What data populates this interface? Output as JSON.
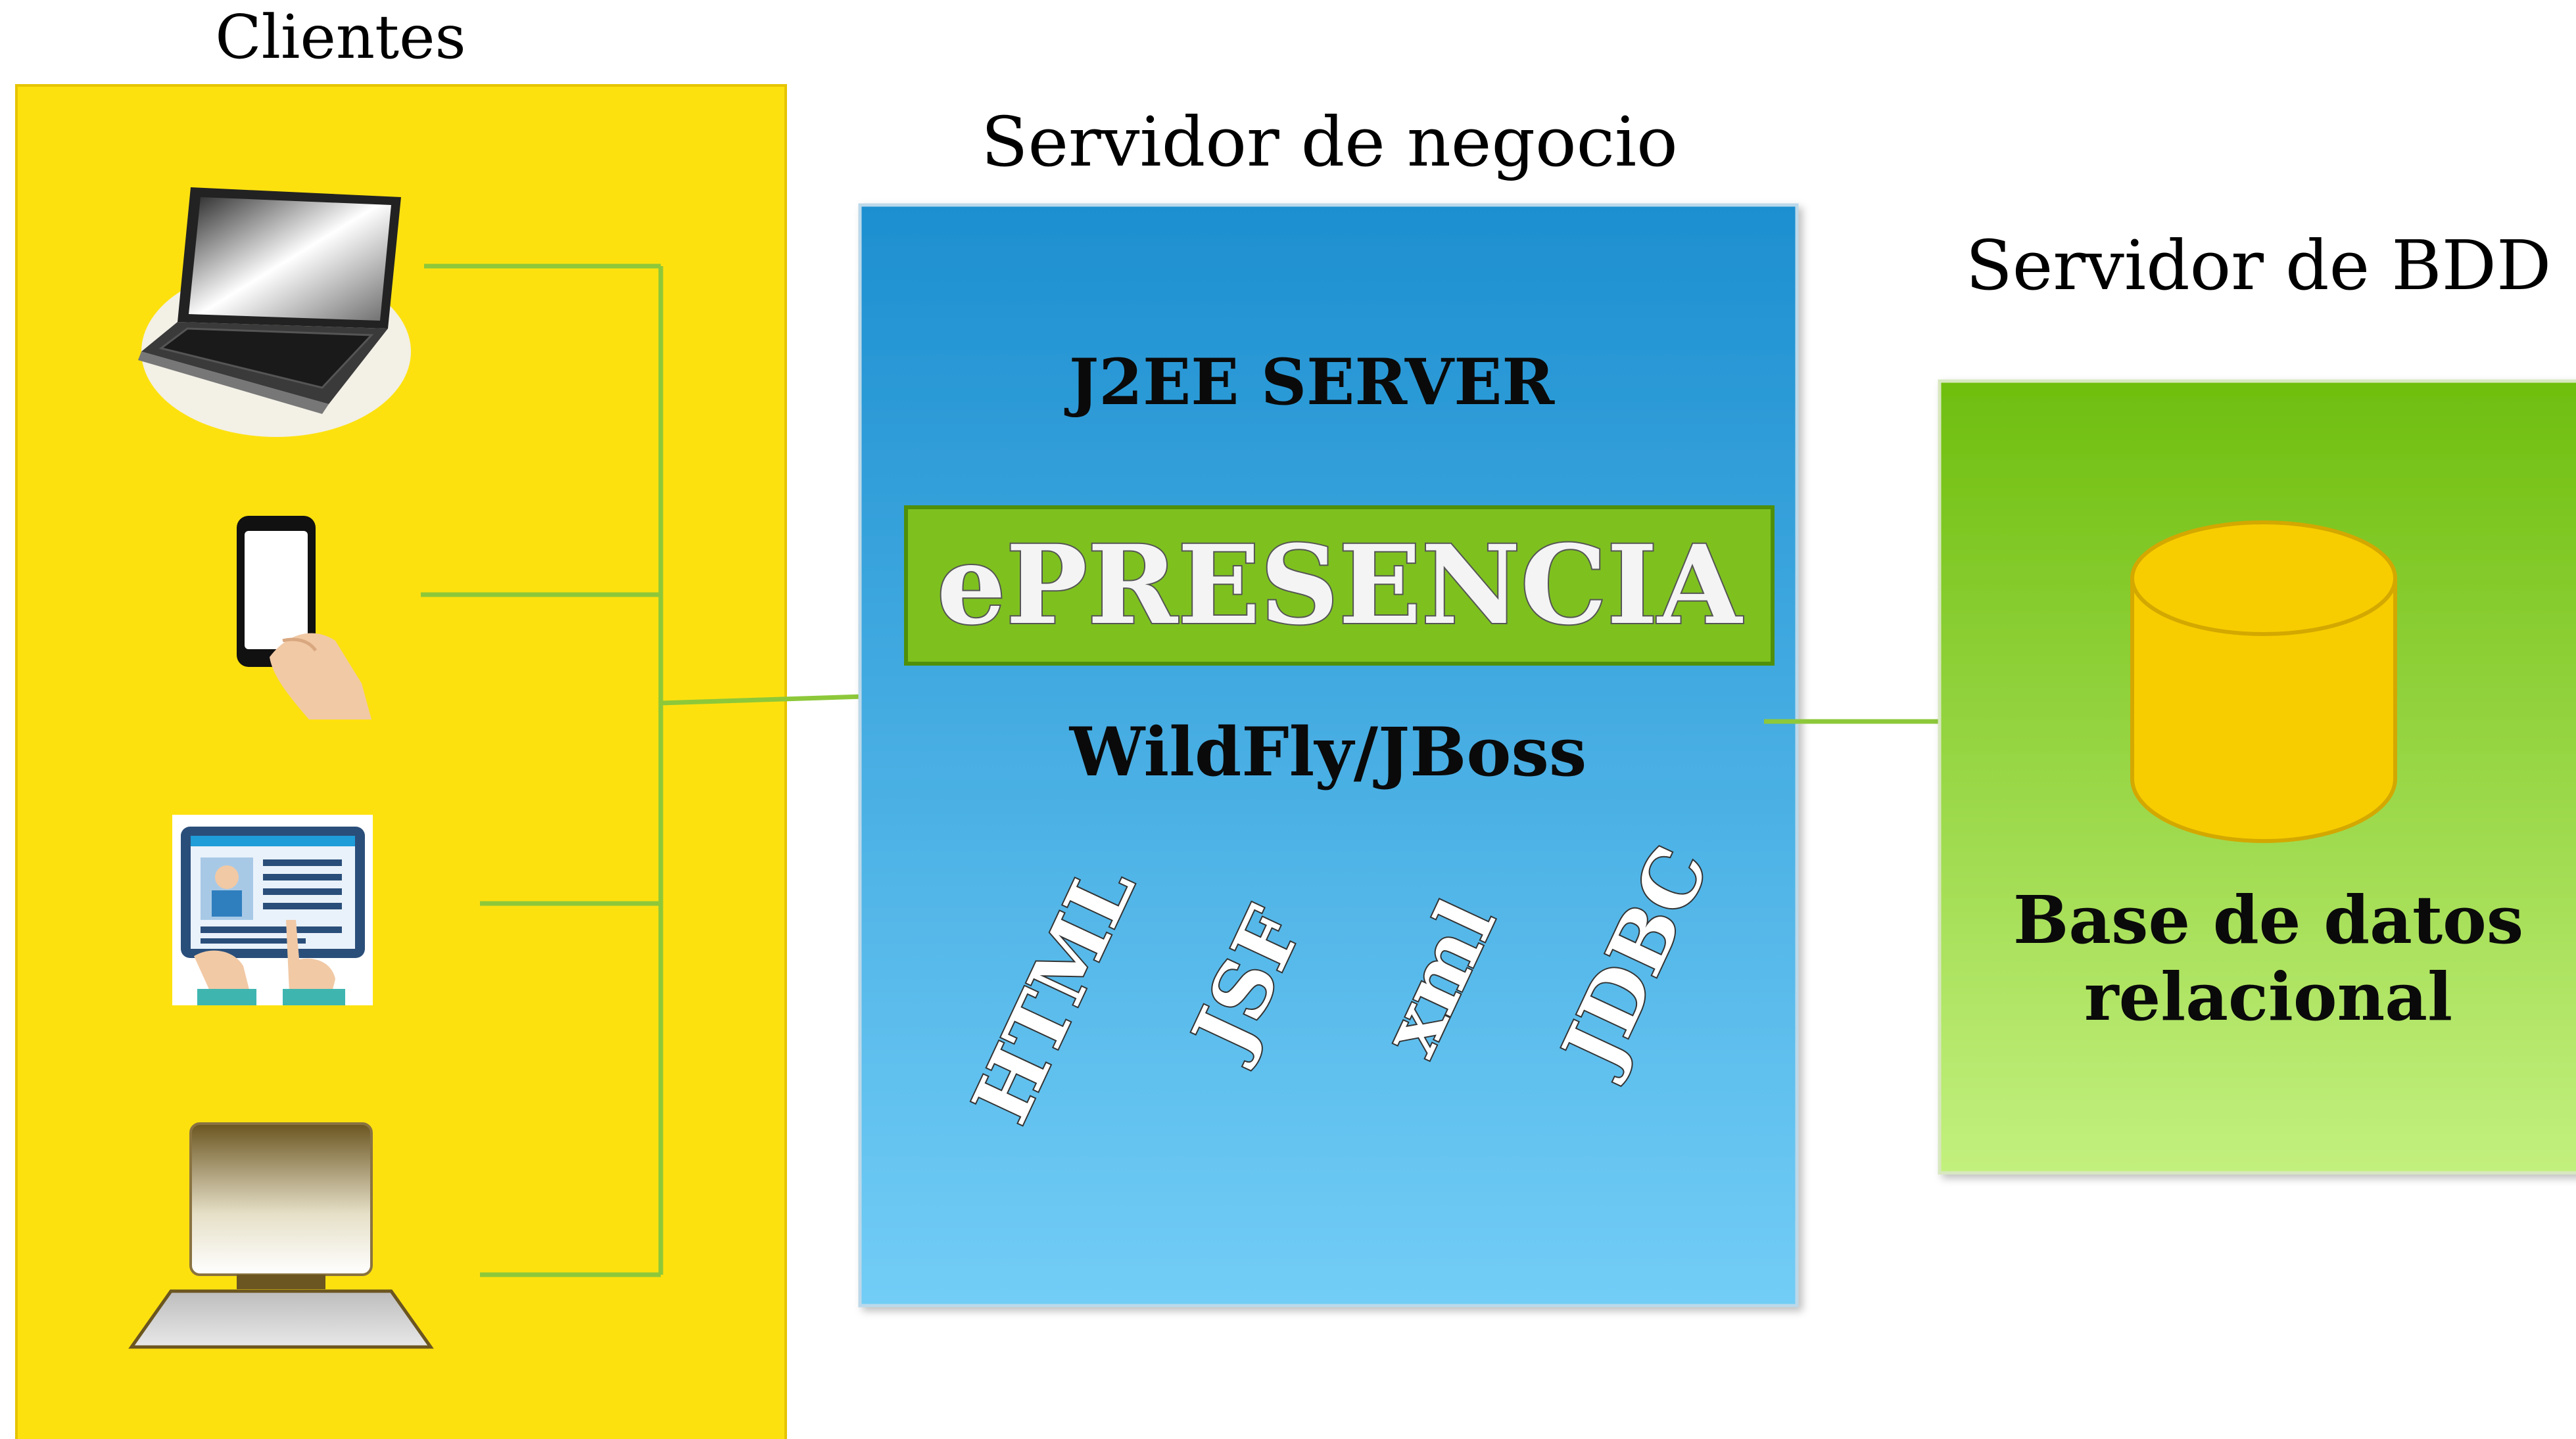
{
  "headings": {
    "clients": "Clientes",
    "business_server": "Servidor de negocio",
    "db_server": "Servidor de BDD"
  },
  "business": {
    "server_label": "J2EE SERVER",
    "app_name": "ePRESENCIA",
    "platform": "WildFly/JBoss",
    "technologies": [
      "HTML",
      "JSF",
      "xml",
      "JDBC"
    ]
  },
  "database": {
    "label_line1": "Base de datos",
    "label_line2": "relacional"
  },
  "colors": {
    "clients_panel": "#fde10f",
    "business_top": "#1d8fd0",
    "business_bottom": "#72cdf6",
    "db_top": "#6fbe0f",
    "db_bottom": "#c3f07e",
    "app_box": "#7ec11f",
    "connector": "#8dc83a",
    "cylinder": "#f7cd00"
  },
  "icons": [
    "laptop-icon",
    "smartphone-icon",
    "tablet-icon",
    "desktop-computer-icon"
  ]
}
